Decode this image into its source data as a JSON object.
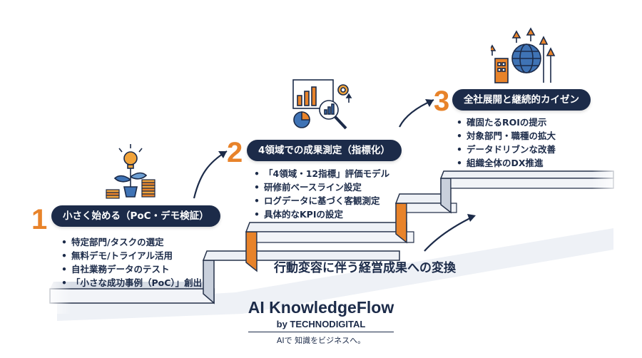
{
  "colors": {
    "navy": "#1c2b49",
    "accent_orange": "#e8832a",
    "step_face": "#f2f4f8",
    "step_side": "#c9d0dc",
    "icon_blue": "#3f73b5"
  },
  "steps": [
    {
      "number": "1",
      "title": "小さく始める（PoC・デモ検証）",
      "bullets": [
        "特定部門/タスクの選定",
        "無料デモ/トライアル活用",
        "自社業務データのテスト",
        "「小さな成功事例（PoC）」創出"
      ],
      "icon": "lightbulb-plant-coins-icon"
    },
    {
      "number": "2",
      "title": "4領域での成果測定（指標化）",
      "bullets": [
        "「4領域・12指標」評価モデル",
        "研修前ベースライン設定",
        "ログデータに基づく客観測定",
        "具体的なKPIの設定"
      ],
      "icon": "analytics-magnifier-icon"
    },
    {
      "number": "3",
      "title": "全社展開と継続的カイゼン",
      "bullets": [
        "確固たるROIの提示",
        "対象部門・職種の拡大",
        "データドリブンな改善",
        "組織全体のDX推進"
      ],
      "icon": "globe-building-growth-icon"
    }
  ],
  "caption": "行動変容に伴う経営成果への変換",
  "brand": {
    "title": "AI KnowledgeFlow",
    "by": "by TECHNODIGITAL",
    "tagline": "AIで 知識をビジネスへ。"
  }
}
